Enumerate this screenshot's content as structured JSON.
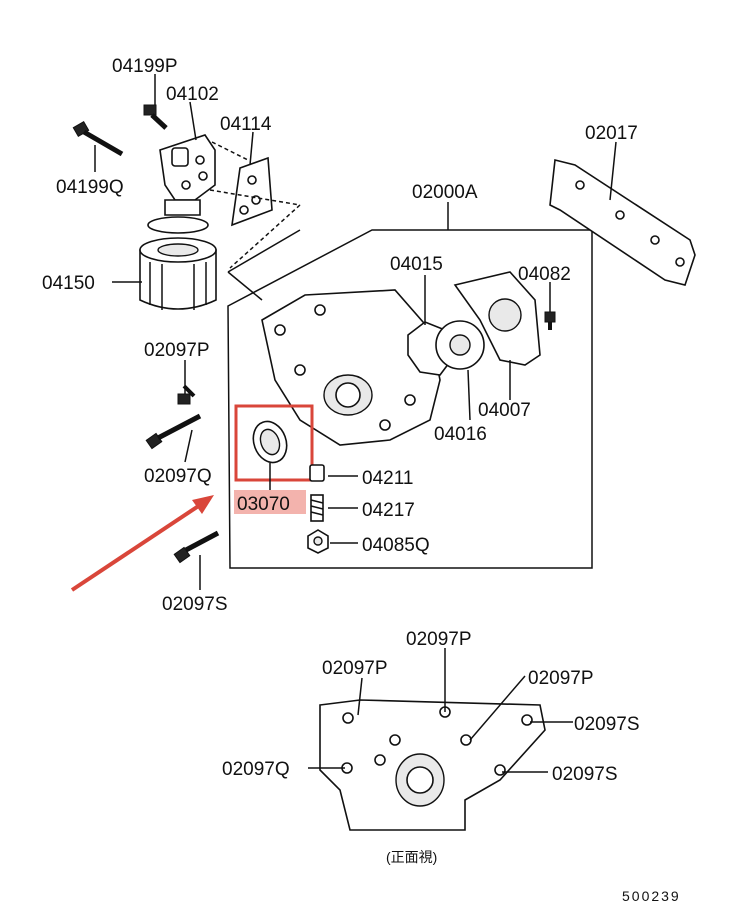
{
  "labels": {
    "p04199P": "04199P",
    "p04102": "04102",
    "p04114": "04114",
    "p04199Q": "04199Q",
    "p04150": "04150",
    "p02017": "02017",
    "p02000A": "02000A",
    "p04015": "04015",
    "p04082": "04082",
    "p02097P_left": "02097P",
    "p04007": "04007",
    "p04016": "04016",
    "p02097Q_left": "02097Q",
    "p04211": "04211",
    "p03070": "03070",
    "p04217": "04217",
    "p04085Q": "04085Q",
    "p02097S_left": "02097S",
    "p02097P_top": "02097P",
    "p02097P_upper_left": "02097P",
    "p02097P_right": "02097P",
    "p02097S_right_upper": "02097S",
    "p02097Q_bottom": "02097Q",
    "p02097S_right_lower": "02097S",
    "view_caption": "(正面視)",
    "diagram_code": "500239"
  },
  "colors": {
    "highlight": "#d9463a",
    "highlight_fill": "#f3b3ad",
    "line": "#111111"
  },
  "highlighted_part": "03070"
}
